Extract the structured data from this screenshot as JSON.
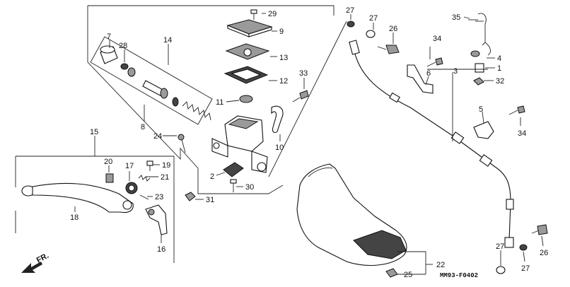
{
  "diagram": {
    "code": "MM93-F0402",
    "front_label": "FR.",
    "callouts": [
      {
        "id": "c1",
        "text": "1"
      },
      {
        "id": "c2",
        "text": "2"
      },
      {
        "id": "c3",
        "text": "3"
      },
      {
        "id": "c4",
        "text": "4"
      },
      {
        "id": "c5",
        "text": "5"
      },
      {
        "id": "c6",
        "text": "6"
      },
      {
        "id": "c7",
        "text": "7"
      },
      {
        "id": "c8",
        "text": "8"
      },
      {
        "id": "c9",
        "text": "9"
      },
      {
        "id": "c10",
        "text": "10"
      },
      {
        "id": "c11",
        "text": "11"
      },
      {
        "id": "c12",
        "text": "12"
      },
      {
        "id": "c13",
        "text": "13"
      },
      {
        "id": "c14",
        "text": "14"
      },
      {
        "id": "c15",
        "text": "15"
      },
      {
        "id": "c16",
        "text": "16"
      },
      {
        "id": "c17",
        "text": "17"
      },
      {
        "id": "c18",
        "text": "18"
      },
      {
        "id": "c19",
        "text": "19"
      },
      {
        "id": "c20",
        "text": "20"
      },
      {
        "id": "c21",
        "text": "21"
      },
      {
        "id": "c22",
        "text": "22"
      },
      {
        "id": "c23",
        "text": "23"
      },
      {
        "id": "c24",
        "text": "24"
      },
      {
        "id": "c25",
        "text": "25"
      },
      {
        "id": "c26a",
        "text": "26"
      },
      {
        "id": "c26b",
        "text": "26"
      },
      {
        "id": "c27a",
        "text": "27"
      },
      {
        "id": "c27b",
        "text": "27"
      },
      {
        "id": "c27c",
        "text": "27"
      },
      {
        "id": "c27d",
        "text": "27"
      },
      {
        "id": "c28",
        "text": "28"
      },
      {
        "id": "c29",
        "text": "29"
      },
      {
        "id": "c30",
        "text": "30"
      },
      {
        "id": "c31",
        "text": "31"
      },
      {
        "id": "c32",
        "text": "32"
      },
      {
        "id": "c33",
        "text": "33"
      },
      {
        "id": "c34a",
        "text": "34"
      },
      {
        "id": "c34b",
        "text": "34"
      },
      {
        "id": "c35",
        "text": "35"
      }
    ]
  }
}
